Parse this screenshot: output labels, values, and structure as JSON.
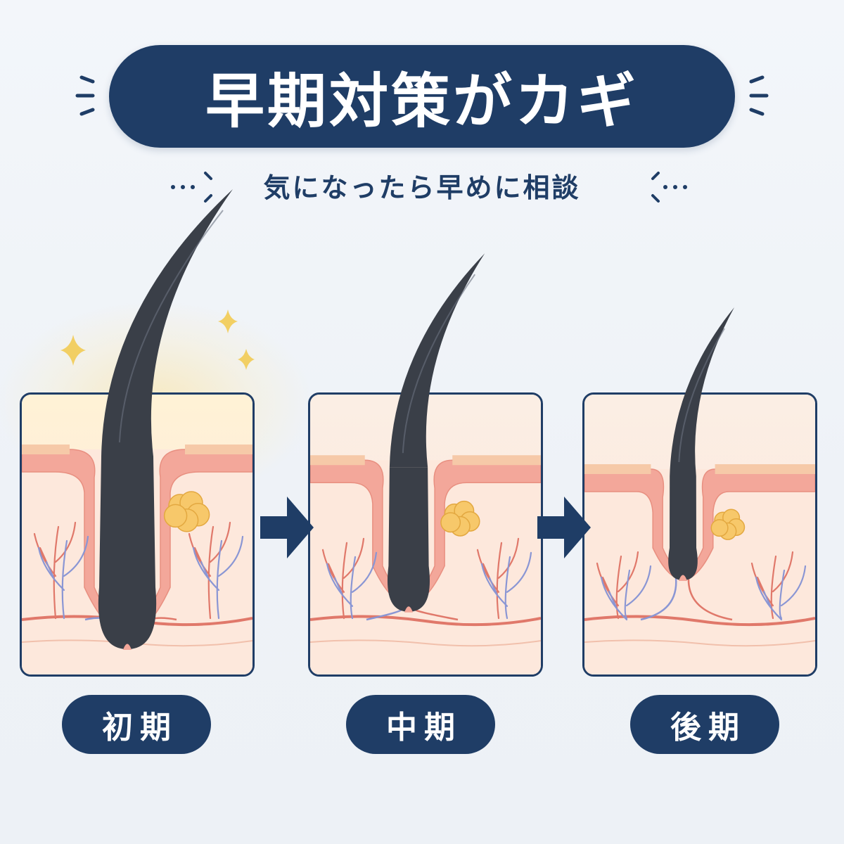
{
  "header": {
    "title": "早期対策がカギ",
    "subtitle": "気になったら早めに相談"
  },
  "stages": [
    {
      "label": "初期",
      "hair_level": 1.0
    },
    {
      "label": "中期",
      "hair_level": 0.62
    },
    {
      "label": "後期",
      "hair_level": 0.3
    }
  ],
  "colors": {
    "navy": "#1f3d66",
    "skin_top": "#f6c9a8",
    "dermis": "#fde8dc",
    "epidermis": "#f3a79a",
    "hair": "#3a3f48",
    "gland": "#f7c86a",
    "artery": "#e0786a",
    "vein": "#8a96d4",
    "sparkle": "#f2cf63"
  },
  "icons": {
    "arrow": "right-arrow-icon",
    "sparkle": "sparkle-icon"
  }
}
